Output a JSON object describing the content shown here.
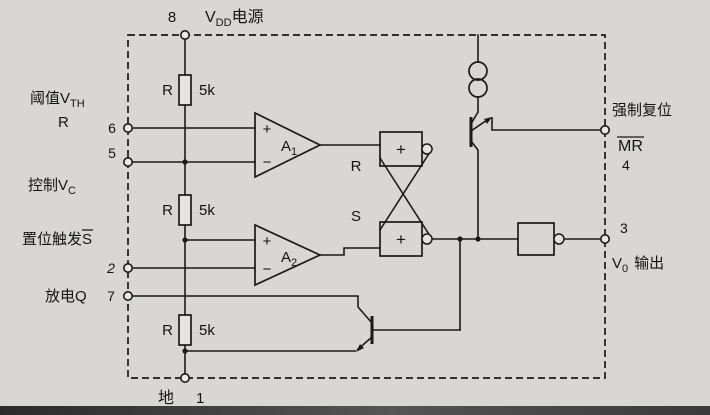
{
  "colors": {
    "ink": "#1a1a1a",
    "paper": "#d8d7d3"
  },
  "pins": {
    "vdd": {
      "number": "8",
      "sym_main": "V",
      "sym_sub": "DD",
      "label": "电源"
    },
    "threshold": {
      "label": "阈值",
      "sym_main": "V",
      "sym_sub": "TH",
      "sym2": "R",
      "number": "6"
    },
    "control": {
      "label": "控制",
      "sym_main": "V",
      "sym_sub": "C",
      "number": "5"
    },
    "trigger": {
      "label": "置位触发",
      "sym": "S",
      "number": "2"
    },
    "discharge": {
      "label": "放电",
      "sym": "Q",
      "number": "7"
    },
    "ground": {
      "label": "地",
      "number": "1"
    },
    "reset": {
      "label": "强制复位",
      "sym": "MR",
      "number": "4"
    },
    "output": {
      "number": "3",
      "sym_main": "V",
      "sym_sub": "0",
      "label": "输出"
    }
  },
  "resistors": {
    "r1": {
      "label": "R",
      "value": "5k"
    },
    "r2": {
      "label": "R",
      "value": "5k"
    },
    "r3": {
      "label": "R",
      "value": "5k"
    }
  },
  "comparators": {
    "a1": {
      "label": "A",
      "sub": "1",
      "plus": "+",
      "minus": "−"
    },
    "a2": {
      "label": "A",
      "sub": "2",
      "plus": "+",
      "minus": "−"
    }
  },
  "flipflop": {
    "r_label": "R",
    "s_label": "S",
    "gate1_sym": "+",
    "gate2_sym": "+"
  }
}
